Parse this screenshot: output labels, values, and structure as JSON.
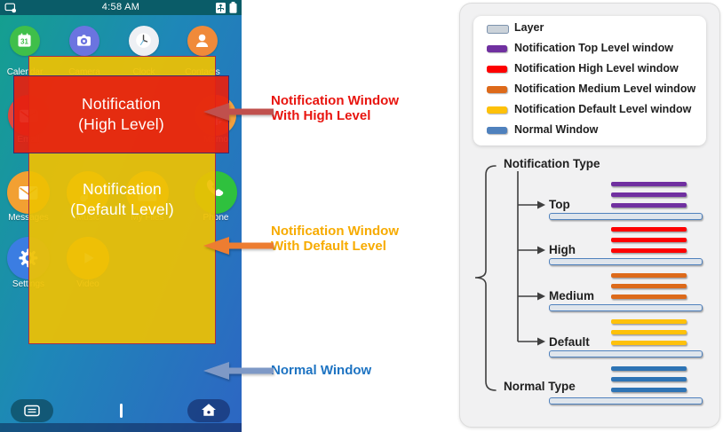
{
  "phone": {
    "status_bar": {
      "time": "4:58 AM"
    },
    "apps": [
      {
        "id": "calendar",
        "label": "Calendar",
        "color": "#3fbf4a",
        "row": 0,
        "col": 0
      },
      {
        "id": "camera",
        "label": "Camera",
        "color": "#6b74e0",
        "row": 0,
        "col": 1
      },
      {
        "id": "clock",
        "label": "Clock",
        "color": "#eef0f4",
        "row": 0,
        "col": 2
      },
      {
        "id": "contacts",
        "label": "Contacts",
        "color": "#f08a3a",
        "row": 0,
        "col": 3
      },
      {
        "id": "email",
        "label": "Email",
        "color": "#e2453c",
        "row": 1,
        "col": 0
      },
      {
        "id": "memo",
        "label": "Memo",
        "color": "#f09f3e",
        "row": 1,
        "col": 3
      },
      {
        "id": "messages",
        "label": "Messages",
        "color": "#f2a032",
        "row": 2,
        "col": 0
      },
      {
        "id": "music",
        "label": "Music",
        "color": "#efc23e",
        "row": 2,
        "col": 1
      },
      {
        "id": "myfiles",
        "label": "My Files",
        "color": "#eebc45",
        "row": 2,
        "col": 2
      },
      {
        "id": "phone",
        "label": "Phone",
        "color": "#2fc13e",
        "row": 2,
        "col": 3
      },
      {
        "id": "settings",
        "label": "Settings",
        "color": "#3b7de2",
        "row": 3,
        "col": 0
      },
      {
        "id": "video",
        "label": "Video",
        "color": "#f0b043",
        "row": 3,
        "col": 1
      }
    ],
    "windows": {
      "high": {
        "line1": "Notification",
        "line2": "(High Level)"
      },
      "default": {
        "line1": "Notification",
        "line2": "(Default Level)"
      }
    }
  },
  "annotations": [
    {
      "id": "high",
      "lines": [
        "Notification Window",
        "With High Level"
      ],
      "text_color": "#e8150f",
      "arrow_color": "#c0504d"
    },
    {
      "id": "default",
      "lines": [
        "Notification Window",
        "With Default Level"
      ],
      "text_color": "#f7ab00",
      "arrow_color": "#ed7d31"
    },
    {
      "id": "normal",
      "lines": [
        "Normal Window"
      ],
      "text_color": "#1d73c2",
      "arrow_color": "#7e99c6"
    }
  ],
  "legend": {
    "items": [
      {
        "id": "layer",
        "label": "Layer",
        "color": "#ccd3da",
        "border": "#7d93ad",
        "type": "layer"
      },
      {
        "id": "top",
        "label": "Notification Top Level window",
        "color": "#7030a0"
      },
      {
        "id": "high",
        "label": "Notification High Level window",
        "color": "#fe0000"
      },
      {
        "id": "medium",
        "label": "Notification Medium Level window",
        "color": "#dd6a1a"
      },
      {
        "id": "default",
        "label": "Notification Default Level window",
        "color": "#fec10a"
      },
      {
        "id": "normal",
        "label": "Normal Window",
        "color": "#4f81bd"
      }
    ]
  },
  "tree": {
    "root_label": "Notification Type",
    "layer": {
      "fill": "#dfe5ec",
      "border": "#4f81bd"
    },
    "groups": [
      {
        "id": "top",
        "label": "Top",
        "color": "#7030a0",
        "branch": true
      },
      {
        "id": "high",
        "label": "High",
        "color": "#fe0000",
        "branch": true
      },
      {
        "id": "medium",
        "label": "Medium",
        "color": "#dd6a1a",
        "branch": true
      },
      {
        "id": "default",
        "label": "Default",
        "color": "#fec10a",
        "branch": true
      },
      {
        "id": "normal",
        "label": "Normal Type",
        "color": "#2e74b5",
        "branch": false
      }
    ]
  }
}
